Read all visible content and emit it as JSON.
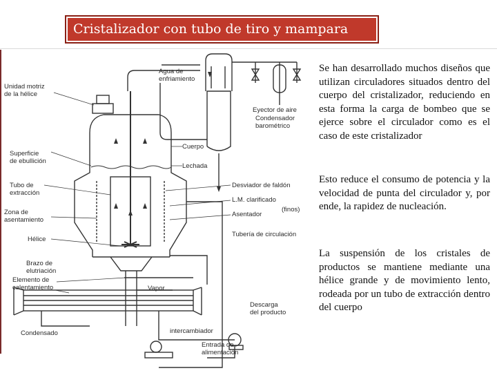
{
  "title": "Cristalizador con tubo de tiro y mampara",
  "labels": {
    "agua": [
      "Agua de",
      "enfriamiento"
    ],
    "unidad": [
      "Unidad motriz",
      "de la hélice"
    ],
    "eyector": "Eyector de aire",
    "condensador": [
      "Condensador",
      "barométrico"
    ],
    "cuerpo": "Cuerpo",
    "superficie": [
      "Superficie",
      "de ebullición"
    ],
    "lechada": "Lechada",
    "tubo": [
      "Tubo de",
      "extracción"
    ],
    "desviador": "Desviador de faldón",
    "lm": "L.M. clarificado",
    "finos": "(finos)",
    "zona": [
      "Zona de",
      "asentamiento"
    ],
    "asentador": "Asentador",
    "helice": "Hélice",
    "tuberia": "Tubería de circulación",
    "brazo": [
      "Brazo de",
      "elutriación"
    ],
    "elemento": [
      "Elemento de",
      "calentamiento"
    ],
    "vapor": "Vapor",
    "descarga": [
      "Descarga",
      "del producto"
    ],
    "condensado": "Condensado",
    "intercambiador": "intercambiador",
    "entrada": [
      "Entrada de",
      "alimentación"
    ]
  },
  "paragraphs": [
    "Se han desarrollado muchos diseños que utilizan circuladores situados dentro del cuerpo del cristalizador, reduciendo en esta forma la carga de bombeo que se ejerce sobre el circulador como es el caso de este cristalizador",
    "Esto reduce el consumo de potencia y la velocidad de punta del circulador  y, por ende, la rapidez de nucleación.",
    "La suspensión de los cristales de productos se mantiene mediante una hélice grande y de movimiento lento, rodeada por un tubo de extracción dentro del cuerpo"
  ]
}
